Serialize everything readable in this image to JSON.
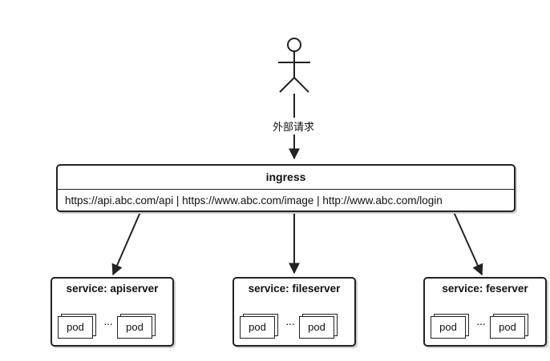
{
  "actor_label": "外部请求",
  "ingress": {
    "title": "ingress",
    "rules": "https://api.abc.com/api  |  https://www.abc.com/image | http://www.abc.com/login"
  },
  "services": [
    {
      "title": "service: apiserver",
      "pod_left": "pod",
      "dots": "···",
      "pod_right": "pod"
    },
    {
      "title": "service: fileserver",
      "pod_left": "pod",
      "dots": "···",
      "pod_right": "pod"
    },
    {
      "title": "service: feserver",
      "pod_left": "pod",
      "dots": "···",
      "pod_right": "pod"
    }
  ]
}
